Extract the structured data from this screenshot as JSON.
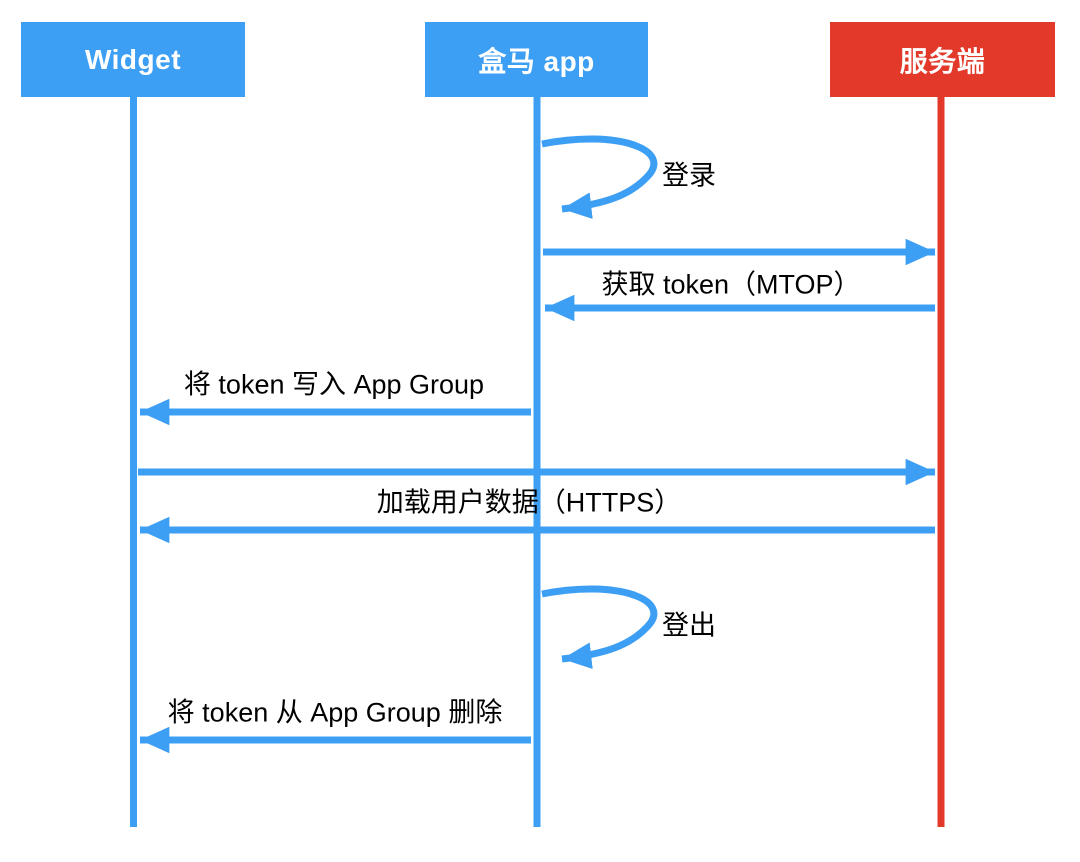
{
  "colors": {
    "blue": "#3D9FF4",
    "red": "#E2392B",
    "label": "#000000",
    "bg": "#FFFFFF"
  },
  "actors": [
    {
      "id": "widget",
      "label": "Widget"
    },
    {
      "id": "hema-app",
      "label": "盒马 app"
    },
    {
      "id": "server",
      "label": "服务端"
    }
  ],
  "messages": {
    "login": "登录",
    "get_token": "获取 token（MTOP）",
    "write_token": "将 token 写入 App Group",
    "load_user_data": "加载用户数据（HTTPS）",
    "logout": "登出",
    "delete_token": "将 token 从 App Group 删除"
  }
}
